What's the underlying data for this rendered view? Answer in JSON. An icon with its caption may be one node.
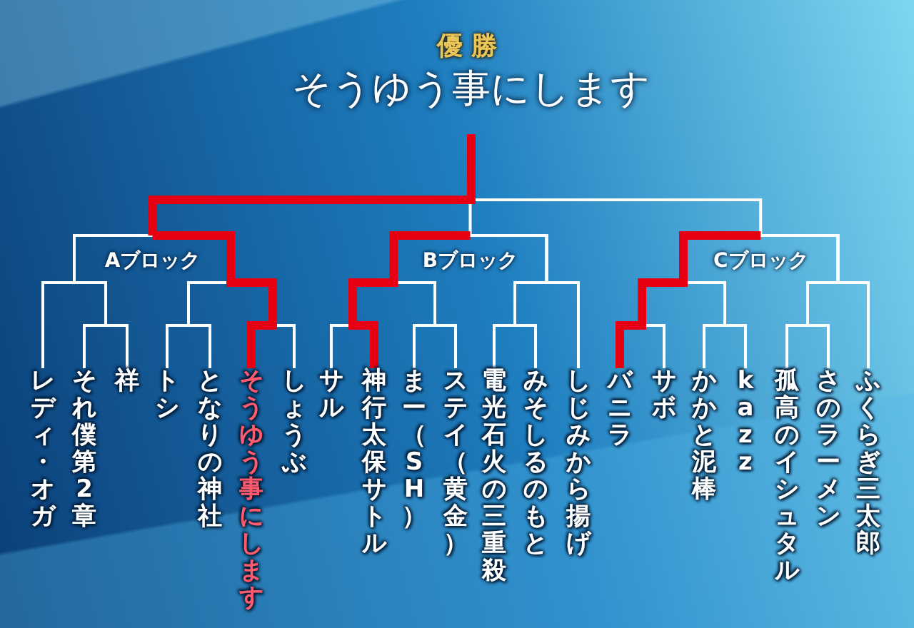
{
  "diagram": {
    "nodes": [
      {
        "text": [
          "優勝",
          "そうゆう事にします"
        ]
      },
      {
        "text": [
          "Aブロック"
        ]
      },
      {
        "text": [
          "Bブロック"
        ]
      },
      {
        "text": [
          "Cブロック"
        ]
      },
      {
        "text": [
          "レディ・オガ"
        ]
      },
      {
        "text": [
          "それ僕第2章"
        ]
      },
      {
        "text": [
          "祥"
        ]
      },
      {
        "text": [
          "トシ"
        ]
      },
      {
        "text": [
          "となりの神社"
        ]
      },
      {
        "text": [
          "そうゆう事にします"
        ]
      },
      {
        "text": [
          "しょうぶ"
        ]
      },
      {
        "text": [
          "サル"
        ]
      },
      {
        "text": [
          "神行太保サトル"
        ]
      },
      {
        "text": [
          "まー（SH）"
        ]
      },
      {
        "text": [
          "ステイ（黄金）"
        ]
      },
      {
        "text": [
          "電光石火の三重殺"
        ]
      },
      {
        "text": [
          "みそしるのもと"
        ]
      },
      {
        "text": [
          "しじみから揚げ"
        ]
      },
      {
        "text": [
          "バニラ"
        ]
      },
      {
        "text": [
          "サボ"
        ]
      },
      {
        "text": [
          "かかと泥棒"
        ]
      },
      {
        "text": [
          "kazz"
        ]
      },
      {
        "text": [
          "孤高のイシュタル"
        ]
      },
      {
        "text": [
          "さのラーメン"
        ]
      },
      {
        "text": [
          "ふくらぎ三太郎"
        ]
      }
    ],
    "edges": [
      {
        "from": 4,
        "to": 1,
        "arrow": "none"
      },
      {
        "from": 5,
        "to": 1,
        "arrow": "none"
      },
      {
        "from": 6,
        "to": 1,
        "arrow": "none"
      },
      {
        "from": 7,
        "to": 1,
        "arrow": "none"
      },
      {
        "from": 8,
        "to": 1,
        "arrow": "none"
      },
      {
        "from": 9,
        "to": 1,
        "arrow": "none",
        "style": "thick",
        "color": "#e60012"
      },
      {
        "from": 10,
        "to": 1,
        "arrow": "none"
      },
      {
        "from": 11,
        "to": 2,
        "arrow": "none"
      },
      {
        "from": 12,
        "to": 2,
        "arrow": "none",
        "style": "thick",
        "color": "#e60012"
      },
      {
        "from": 13,
        "to": 2,
        "arrow": "none"
      },
      {
        "from": 14,
        "to": 2,
        "arrow": "none"
      },
      {
        "from": 15,
        "to": 2,
        "arrow": "none"
      },
      {
        "from": 16,
        "to": 2,
        "arrow": "none"
      },
      {
        "from": 17,
        "to": 2,
        "arrow": "none"
      },
      {
        "from": 18,
        "to": 3,
        "arrow": "none",
        "style": "thick",
        "color": "#e60012"
      },
      {
        "from": 19,
        "to": 3,
        "arrow": "none"
      },
      {
        "from": 20,
        "to": 3,
        "arrow": "none"
      },
      {
        "from": 21,
        "to": 3,
        "arrow": "none"
      },
      {
        "from": 22,
        "to": 3,
        "arrow": "none"
      },
      {
        "from": 23,
        "to": 3,
        "arrow": "none"
      },
      {
        "from": 24,
        "to": 3,
        "arrow": "none"
      },
      {
        "from": 1,
        "to": 0,
        "arrow": "none",
        "style": "thick",
        "color": "#e60012"
      },
      {
        "from": 2,
        "to": 0,
        "arrow": "none"
      },
      {
        "from": 3,
        "to": 0,
        "arrow": "none"
      }
    ]
  }
}
